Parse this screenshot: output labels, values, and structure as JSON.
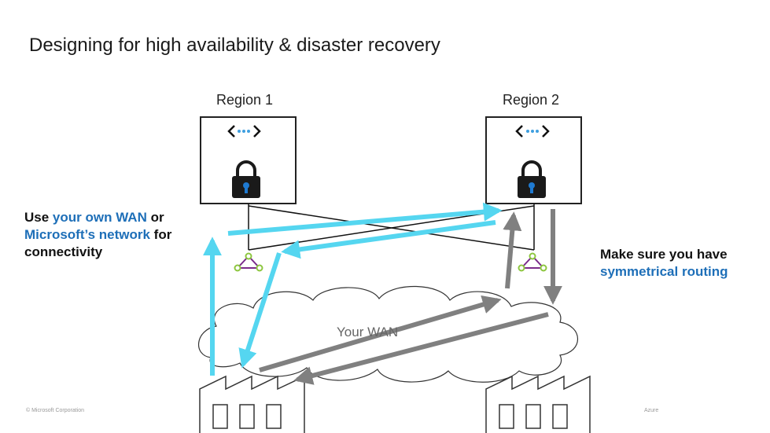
{
  "title": "Designing for high availability & disaster recovery",
  "regions": [
    {
      "label": "Region 1"
    },
    {
      "label": "Region 2"
    }
  ],
  "left_callout": {
    "line1_a": "Use ",
    "line1_b": "your own WAN",
    "line1_c": " or",
    "line2_a": "Microsoft’s network",
    "line2_b": " for",
    "line3": "connectivity"
  },
  "right_callout": {
    "line1": "Make sure you have",
    "line2": "symmetrical routing"
  },
  "cloud_label": "Your WAN",
  "footer": {
    "copyright": "© Microsoft Corporation",
    "brand": "Azure"
  },
  "colors": {
    "cyan_arrow": "#55d6f0",
    "gray_arrow": "#808080",
    "router_green": "#8dc63f",
    "router_purple": "#7b2c8c",
    "lock_dark": "#1a1a1a",
    "lock_keyhole": "#1f7ad1",
    "dots_blue": "#3f9fe0"
  }
}
